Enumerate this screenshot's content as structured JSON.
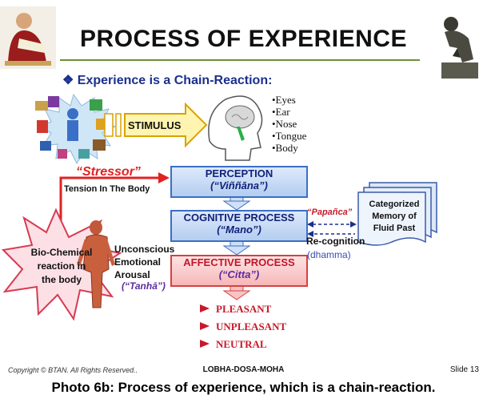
{
  "title": "PROCESS OF EXPERIENCE",
  "subtitle": "❖ Experience is a Chain-Reaction:",
  "stimulus": "STIMULUS",
  "senses": [
    "•Eyes",
    "•Ear",
    "•Nose",
    "•Tongue",
    "•Body"
  ],
  "stressor": "“Stressor”",
  "tension": "Tension In The Body",
  "perception": {
    "label": "PERCEPTION",
    "pali": "(“Viññāna”)"
  },
  "cognitive": {
    "label": "COGNITIVE PROCESS",
    "pali": "(“Mano”)"
  },
  "affective": {
    "label": "AFFECTIVE PROCESS",
    "pali": "(“Citta”)"
  },
  "papanca": "“Papañca”",
  "recognition": "Re-cognition",
  "dhamma": "(dhamma)",
  "memory": [
    "Categorized",
    "Memory of",
    "Fluid Past"
  ],
  "arousal": [
    "Unconscious",
    "Emotional",
    "Arousal"
  ],
  "tanha": "(“Tanhā”)",
  "biochem": [
    "Bio-Chemical",
    "reaction in",
    "the body"
  ],
  "outcomes": [
    "PLEASANT",
    "UNPLEASANT",
    "NEUTRAL"
  ],
  "footer_left": "Copyright © BTAN. All Rights Reserved..",
  "footer_center": "LOBHA-DOSA-MOHA",
  "footer_right": "Slide 13",
  "caption": "Photo 6b: Process of experience, which is a chain-reaction."
}
